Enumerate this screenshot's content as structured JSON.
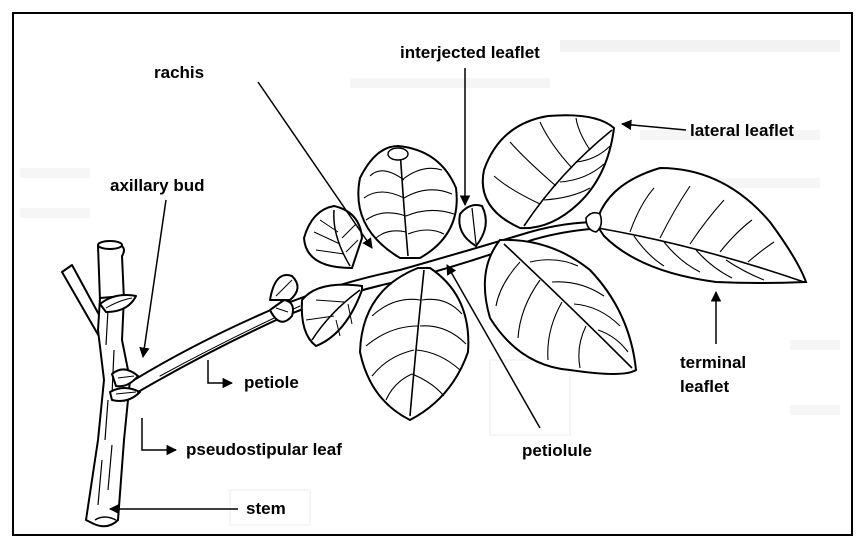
{
  "diagram": {
    "labels": {
      "rachis": "rachis",
      "interjected_leaflet": "interjected leaflet",
      "lateral_leaflet": "lateral leaflet",
      "axillary_bud": "axillary bud",
      "petiole": "petiole",
      "pseudostipular_leaf": "pseudostipular leaf",
      "petiolule": "petiolule",
      "terminal_leaflet_line1": "terminal",
      "terminal_leaflet_line2": "leaflet",
      "stem": "stem"
    }
  }
}
